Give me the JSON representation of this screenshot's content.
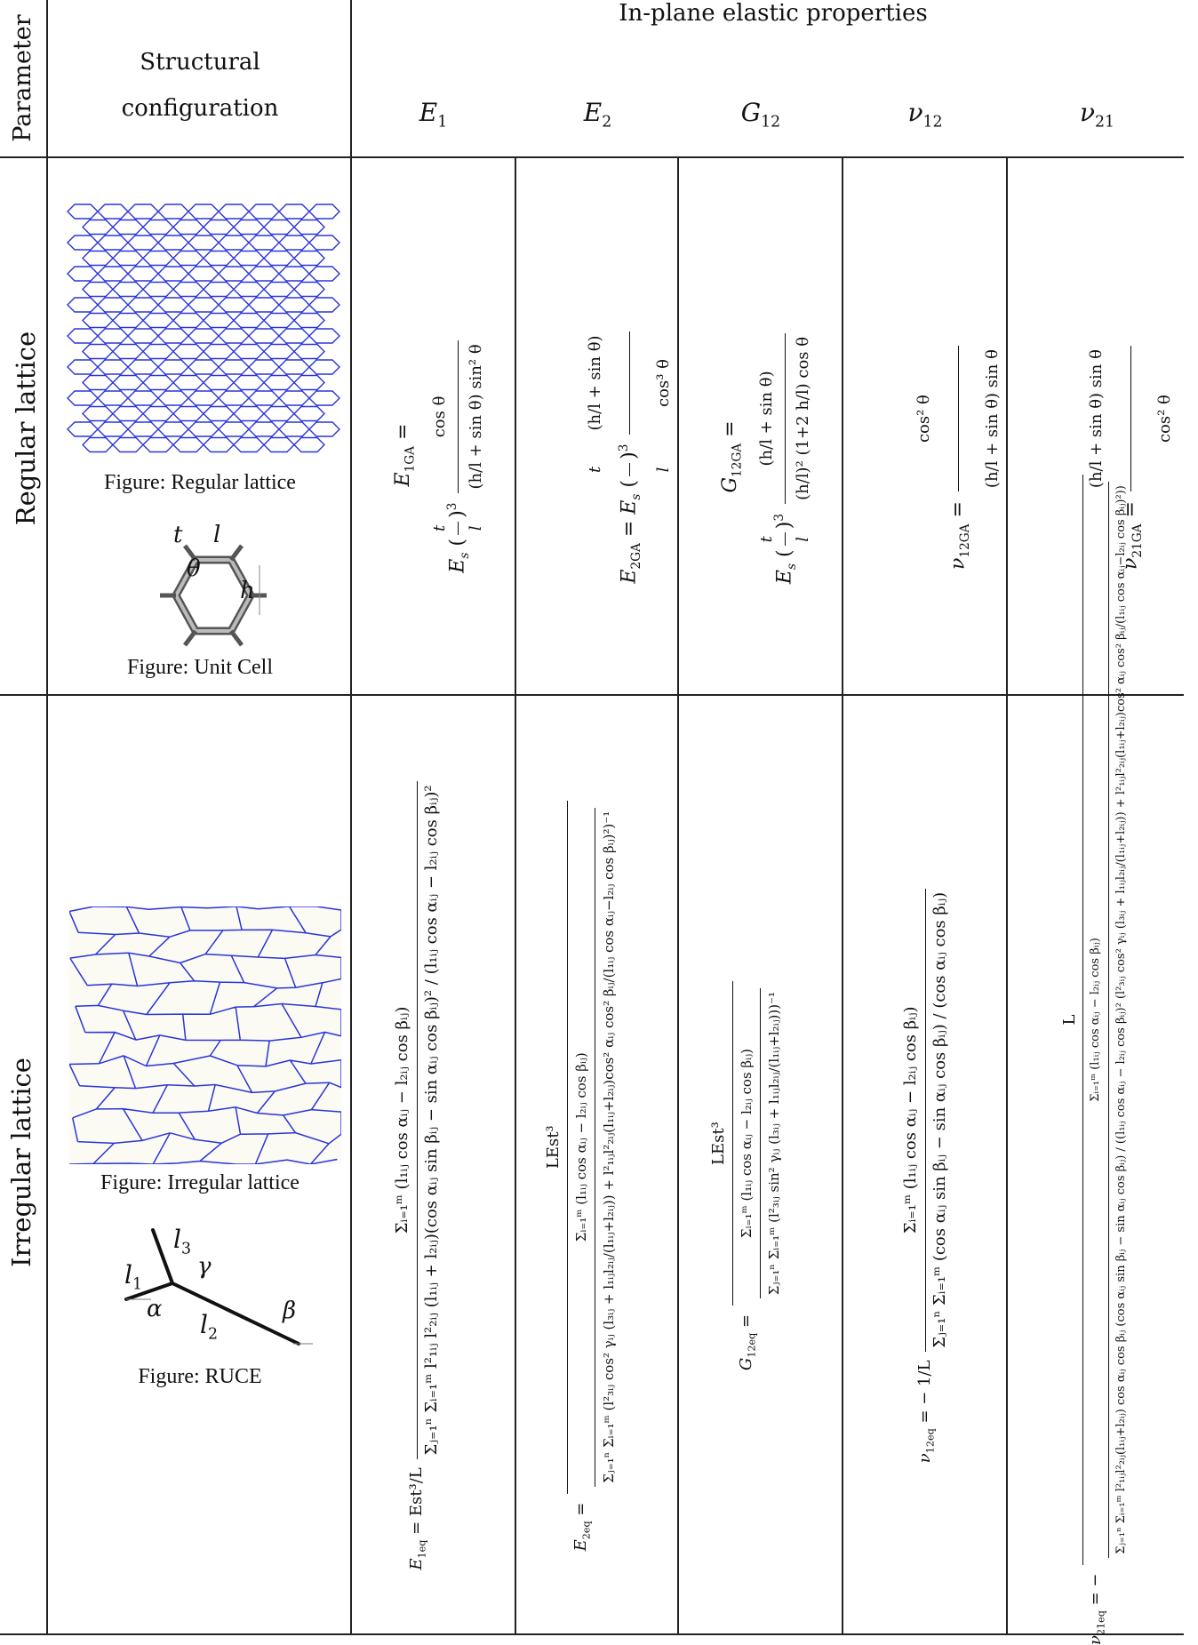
{
  "header": {
    "parameter": "Parameter",
    "structural_1": "Structural",
    "structural_2": "configuration",
    "group": "In-plane elastic properties",
    "cols": [
      "E",
      "E",
      "G",
      "ν",
      "ν"
    ],
    "col_subs": [
      "1",
      "2",
      "12",
      "12",
      "21"
    ]
  },
  "rows": {
    "regular": {
      "label": "Regular lattice",
      "fig1_caption": "Figure: Regular lattice",
      "fig2_caption": "Figure: Unit Cell",
      "cell_labels": [
        "t",
        "l",
        "θ",
        "h"
      ],
      "E1": {
        "lhs": "E",
        "lhs_sub": "1GA",
        "eq": " =",
        "pre": "E",
        "pre_sub": "s",
        "pow": "3",
        "num": "cos θ",
        "den": "(h/l + sin θ) sin² θ"
      },
      "E2": {
        "lhs": "E",
        "lhs_sub": "2GA",
        "eq": " = ",
        "pre": "E",
        "pre_sub": "s",
        "pow": "3",
        "num": "(h/l + sin θ)",
        "den": "cos³ θ"
      },
      "G12": {
        "lhs": "G",
        "lhs_sub": "12GA",
        "eq": " =",
        "pre": "E",
        "pre_sub": "s",
        "pow": "3",
        "num": "(h/l + sin θ)",
        "den": "(h/l)² (1+2 h/l) cos θ"
      },
      "nu12": {
        "lhs": "ν",
        "lhs_sub": "12GA",
        "eq": " = ",
        "num": "cos² θ",
        "den": "(h/l + sin θ) sin θ"
      },
      "nu21": {
        "lhs": "ν",
        "lhs_sub": "21GA",
        "eq": " = ",
        "num": "(h/l + sin θ) sin θ",
        "den": "cos² θ"
      }
    },
    "irregular": {
      "label": "Irregular lattice",
      "fig1_caption": "Figure: Irregular lattice",
      "fig2_caption": "Figure: RUCE",
      "ruce_labels": [
        "l",
        "1",
        "l",
        "2",
        "l",
        "3",
        "α",
        "β",
        "γ"
      ],
      "E1": {
        "lhs": "E",
        "lhs_sub": "1eq",
        "eq": " = ",
        "pre": "Est³/L",
        "num": "Σᵢ₌₁ᵐ (l₁ᵢⱼ cos αᵢⱼ − l₂ᵢⱼ cos βᵢⱼ)",
        "den": "Σⱼ₌₁ⁿ Σᵢ₌₁ᵐ l²₁ᵢⱼ l²₂ᵢⱼ (l₁ᵢⱼ + l₂ᵢⱼ)(cos αᵢⱼ sin βᵢⱼ − sin αᵢⱼ cos βᵢⱼ)² / (l₁ᵢⱼ cos αᵢⱼ − l₂ᵢⱼ cos βᵢⱼ)²"
      },
      "E2": {
        "lhs": "E",
        "lhs_sub": "2eq",
        "eq": " = ",
        "num": "LEst³",
        "den1": "Σᵢ₌₁ᵐ (l₁ᵢⱼ cos αᵢⱼ − l₂ᵢⱼ cos βᵢⱼ)",
        "den2": "Σⱼ₌₁ⁿ Σᵢ₌₁ᵐ (l²₃ᵢⱼ cos² γᵢⱼ (l₃ᵢⱼ + l₁ᵢⱼl₂ᵢⱼ/(l₁ᵢⱼ+l₂ᵢⱼ)) + l²₁ᵢⱼl²₂ᵢⱼ(l₁ᵢⱼ+l₂ᵢⱼ)cos² αᵢⱼ cos² βᵢⱼ/(l₁ᵢⱼ cos αᵢⱼ−l₂ᵢⱼ cos βᵢⱼ)²)⁻¹"
      },
      "G12": {
        "lhs": "G",
        "lhs_sub": "12eq",
        "eq": " = ",
        "num": "LEst³",
        "den1": "Σᵢ₌₁ᵐ (l₁ᵢⱼ cos αᵢⱼ − l₂ᵢⱼ cos βᵢⱼ)",
        "den2": "Σⱼ₌₁ⁿ Σᵢ₌₁ᵐ (l²₃ᵢⱼ sin² γᵢⱼ (l₃ᵢⱼ + l₁ᵢⱼl₂ᵢⱼ/(l₁ᵢⱼ+l₂ᵢⱼ)))⁻¹"
      },
      "nu12": {
        "lhs": "ν",
        "lhs_sub": "12eq",
        "eq": " = −",
        "pre": "1/L",
        "num": "Σᵢ₌₁ᵐ (l₁ᵢⱼ cos αᵢⱼ − l₂ᵢⱼ cos βᵢⱼ)",
        "den": "Σⱼ₌₁ⁿ Σᵢ₌₁ᵐ (cos αᵢⱼ sin βᵢⱼ − sin αᵢⱼ cos βᵢⱼ) / (cos αᵢⱼ cos βᵢⱼ)"
      },
      "nu21": {
        "lhs": "ν",
        "lhs_sub": "21eq",
        "eq": " = −",
        "num": "L",
        "den1": "Σᵢ₌₁ᵐ (l₁ᵢⱼ cos αᵢⱼ − l₂ᵢⱼ cos βᵢⱼ)",
        "den2": "Σⱼ₌₁ⁿ Σᵢ₌₁ᵐ l²₁ᵢⱼl²₂ᵢⱼ(l₁ᵢⱼ+l₂ᵢⱼ) cos αᵢⱼ cos βᵢⱼ (cos αᵢⱼ sin βᵢⱼ − sin αᵢⱼ cos βᵢⱼ) / ((l₁ᵢⱼ cos αᵢⱼ − l₂ᵢⱼ cos βᵢⱼ)² (l²₃ᵢⱼ cos² γᵢⱼ (l₃ᵢⱼ + l₁ᵢⱼl₂ᵢⱼ/(l₁ᵢⱼ+l₂ᵢⱼ)) + l²₁ᵢⱼl²₂ᵢⱼ(l₁ᵢⱼ+l₂ᵢⱼ)cos² αᵢⱼ cos² βᵢⱼ/(l₁ᵢⱼ cos αᵢⱼ−l₂ᵢⱼ cos βᵢⱼ)²))"
      }
    }
  }
}
